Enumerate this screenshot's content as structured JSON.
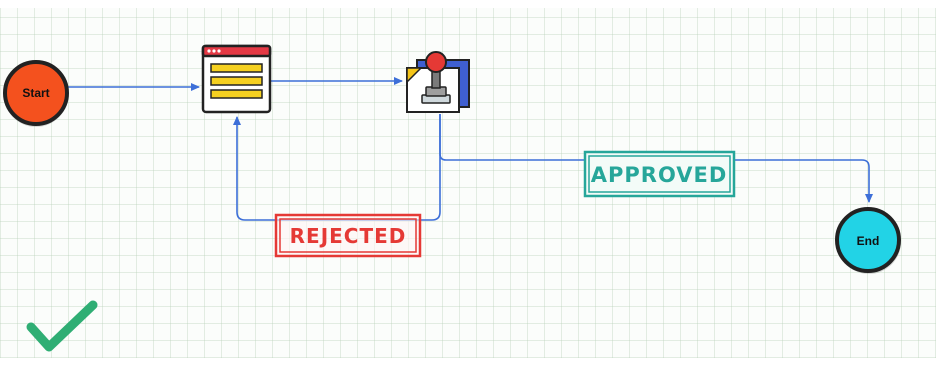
{
  "nodes": {
    "start": {
      "label": "Start",
      "fill": "#f4511e"
    },
    "end": {
      "label": "End",
      "fill": "#22d3e6"
    }
  },
  "stamps": {
    "rejected": {
      "label": "REJECTED",
      "color": "#e53935"
    },
    "approved": {
      "label": "APPROVED",
      "color": "#26a69a"
    }
  },
  "icons": {
    "form": "form-window-icon",
    "approval": "rubber-stamp-icon",
    "status": "checkmark-icon"
  },
  "colors": {
    "arrow": "#3d6fd8",
    "check": "#2fae74",
    "outline": "#222222"
  }
}
